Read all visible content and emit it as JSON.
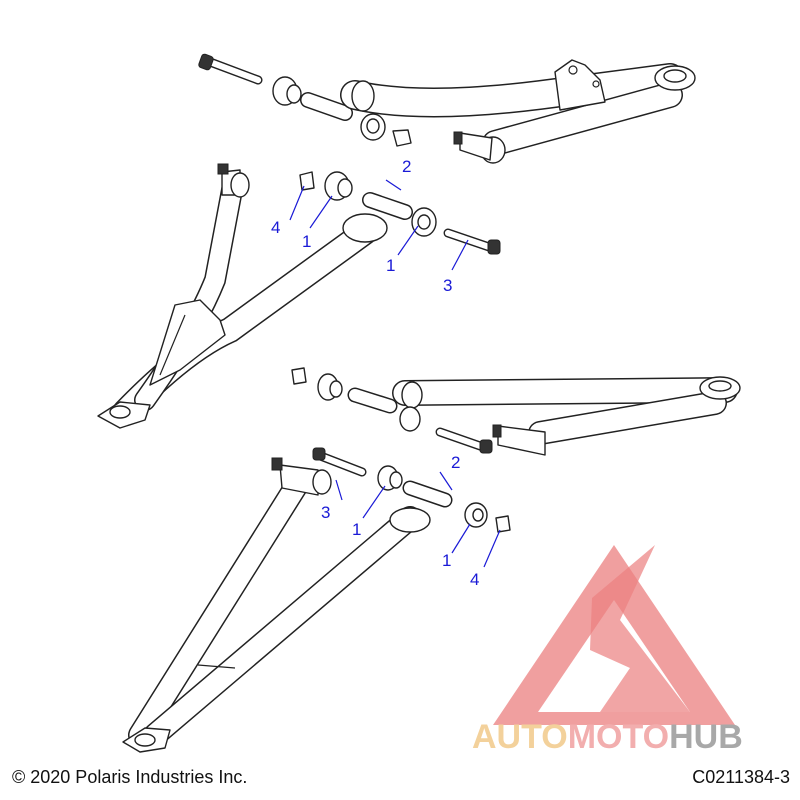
{
  "callouts": [
    "1",
    "2",
    "3",
    "4"
  ],
  "footer": {
    "copyright": "© 2020 Polaris Industries Inc.",
    "figure_code": "C0211384-3"
  },
  "watermark": {
    "part1": "AUTO",
    "part2": "MOTO",
    "part3": "HUB",
    "colors": {
      "triangle": "#e86a6a",
      "auto": "#f2c98a",
      "moto": "#f0a0a0",
      "hub": "#9a9a9a"
    }
  },
  "colors": {
    "callout": "#1a1ad6",
    "line": "#222222"
  }
}
